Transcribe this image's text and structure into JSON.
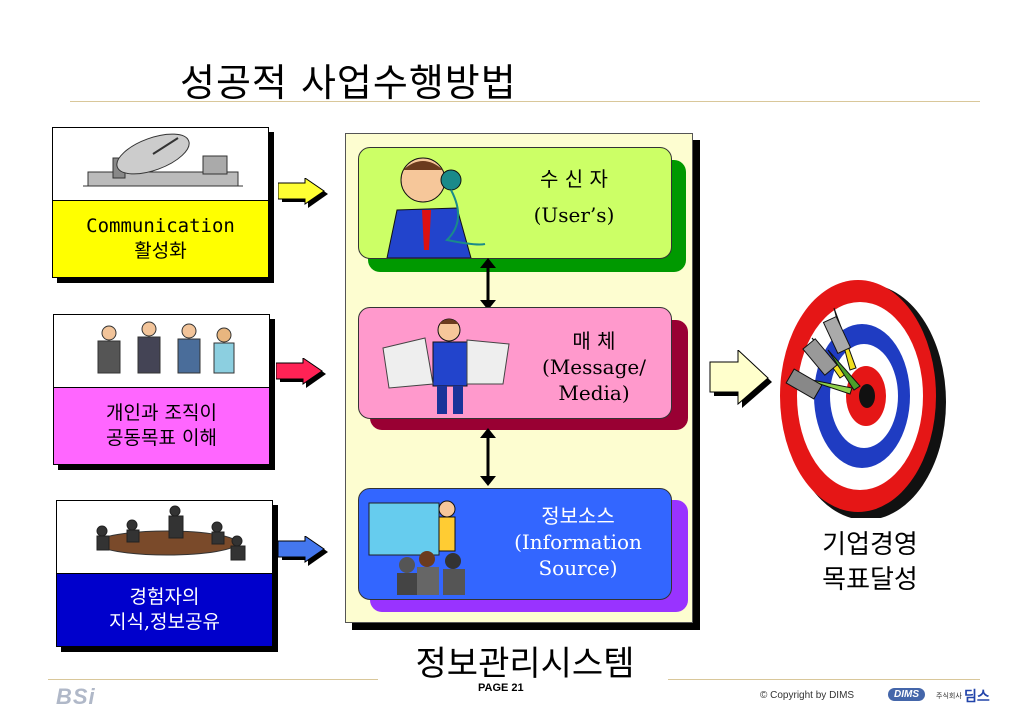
{
  "title": "성공적 사업수행방법",
  "cards": [
    {
      "line1": "Communication",
      "line2": "활성화",
      "bg": "#ffff00",
      "arrow_color": "#ffff33",
      "icon": "satellite-dish-icon"
    },
    {
      "line1": "개인과 조직이",
      "line2": "공동목표 이해",
      "bg": "#ff66ff",
      "arrow_color": "#ff2255",
      "icon": "handshake-people-icon"
    },
    {
      "line1": "경험자의",
      "line2": "지식,정보공유",
      "bg": "#0000cc",
      "arrow_color": "#4477ee",
      "icon": "meeting-table-icon"
    }
  ],
  "boxes": [
    {
      "line1": "수 신 자",
      "line2": "(User’s)",
      "bg": "#ccff66",
      "shadow": "#009900",
      "icon": "man-on-phone-icon"
    },
    {
      "line1": "매 체",
      "line2": "(Message/",
      "line3": "Media)",
      "bg": "#ff99cc",
      "shadow": "#990033",
      "icon": "man-reading-newspaper-icon"
    },
    {
      "line1": "정보소스",
      "line2": "(Information",
      "line3": "Source)",
      "bg": "#3366ff",
      "shadow": "#9933ff",
      "icon": "presentation-audience-icon"
    }
  ],
  "system_label": "정보관리시스템",
  "goal": {
    "line1": "기업경영",
    "line2": "목표달성",
    "icon": "dartboard-target-icon"
  },
  "footer": {
    "page": "PAGE 21",
    "copyright": "© Copyright by DIMS",
    "left_logo": "BSi",
    "dims_logo": "DIMS",
    "company_small": "주식회사",
    "company_name": "딤스"
  }
}
